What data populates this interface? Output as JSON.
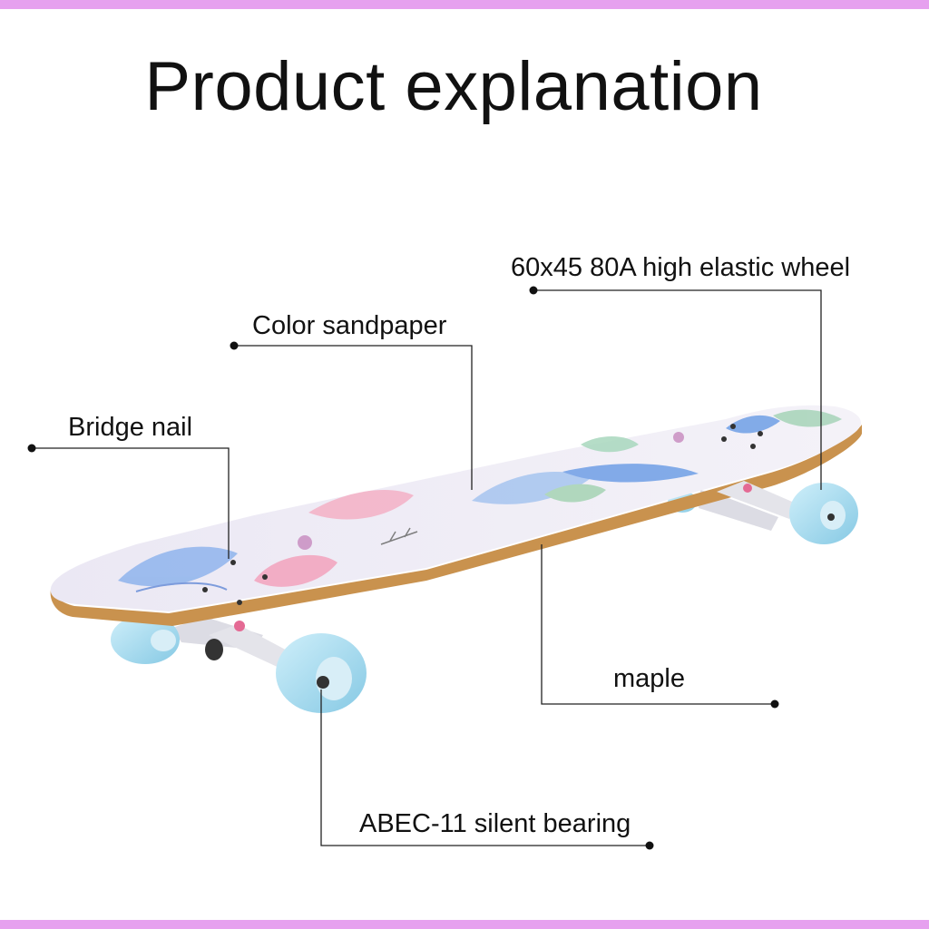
{
  "title": "Product explanation",
  "callouts": {
    "wheel": "60x45 80A high elastic wheel",
    "sandpaper": "Color sandpaper",
    "bridge_nail": "Bridge nail",
    "maple": "maple",
    "bearing": "ABEC-11 silent bearing"
  },
  "colors": {
    "band": "#e6a1ef",
    "text": "#111111",
    "wheel": "#a8dcef",
    "deck_edge": "#c9924e",
    "truck": "#e4e4ea"
  }
}
